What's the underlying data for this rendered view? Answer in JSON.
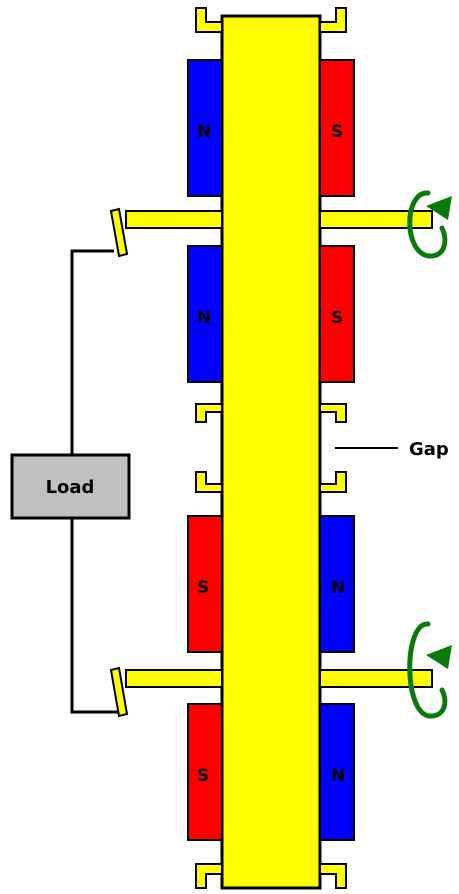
{
  "labels": {
    "north": "N",
    "south": "S",
    "load": "Load",
    "gap": "Gap"
  },
  "colors": {
    "conductor": "#ffff00",
    "north_pole": "#0000ff",
    "south_pole": "#ff0000",
    "outline": "#000000",
    "load_box": "#c0c0c0",
    "rotation_arrow": "#0a7a0a"
  },
  "magnets": {
    "upper_left": [
      "N",
      "N"
    ],
    "upper_right": [
      "S",
      "S"
    ],
    "lower_left": [
      "S",
      "S"
    ],
    "lower_right": [
      "N",
      "N"
    ]
  }
}
